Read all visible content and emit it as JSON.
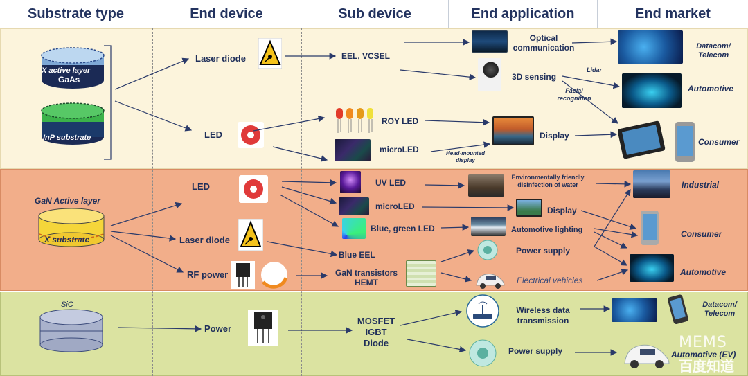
{
  "headers": {
    "substrate": "Substrate type",
    "end_device": "End device",
    "sub_device": "Sub device",
    "end_application": "End application",
    "end_market": "End market"
  },
  "gaas": {
    "cyl_top_label": "X active layer",
    "cyl_top_sub": "GaAs",
    "cyl_bottom_label": "InP substrate",
    "end_device_1": "Laser diode",
    "end_device_2": "LED",
    "sub_1": "EEL, VCSEL",
    "sub_2": "ROY LED",
    "sub_3": "microLED",
    "app_1": "Optical communication",
    "app_2": "3D sensing",
    "app_3": "Display",
    "note_lidar": "Lidar",
    "note_facial": "Facial recognition",
    "note_hmd": "Head-mounted display",
    "market_1": "Datacom/ Telecom",
    "market_2": "Automotive",
    "market_3": "Consumer"
  },
  "gan": {
    "cyl_label": "GaN Active layer",
    "cyl_sub": "X substrate",
    "end_device_1": "LED",
    "end_device_2": "Laser diode",
    "end_device_3": "RF power",
    "sub_1": "UV LED",
    "sub_2": "microLED",
    "sub_3": "Blue, green LED",
    "sub_4": "Blue EEL",
    "sub_5": "GaN transistors HEMT",
    "app_1": "Environmentally friendly disinfection of water",
    "app_2": "Display",
    "app_3": "Automotive lighting",
    "app_4": "Power supply",
    "app_5": "Electrical vehicles",
    "market_1": "Industrial",
    "market_2": "Consumer",
    "market_3": "Automotive"
  },
  "sic": {
    "cyl_label": "SiC",
    "end_device_1": "Power",
    "sub_1": "MOSFET IGBT Diode",
    "app_1": "Wireless data transmission",
    "app_2": "Power supply",
    "market_1": "Datacom/ Telecom",
    "market_2": "Automotive (EV)"
  },
  "watermark": {
    "line1": "MEMS",
    "line2": "百度知道"
  },
  "colors": {
    "gaas_band": "#fcf4dc",
    "gan_band": "#f2ae8a",
    "sic_band": "#dbe3a1",
    "text": "#1f2f5a",
    "ev_text": "#3a4a7a"
  }
}
